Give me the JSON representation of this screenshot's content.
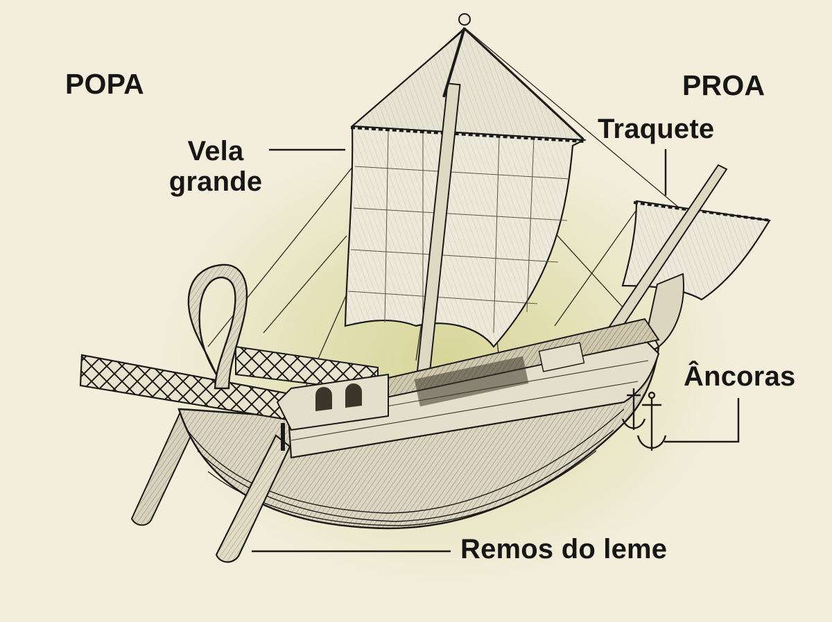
{
  "labels": {
    "stern": "POPA",
    "bow": "PROA",
    "mainsail_line1": "Vela",
    "mainsail_line2": "grande",
    "foresail": "Traquete",
    "anchors": "Âncoras",
    "steering_oars": "Remos do leme"
  },
  "colors": {
    "background": "#f2eedb",
    "glow": "#d8d59a",
    "ink": "#161616",
    "sail": "#ece9da",
    "hull": "#dcd6c0"
  }
}
